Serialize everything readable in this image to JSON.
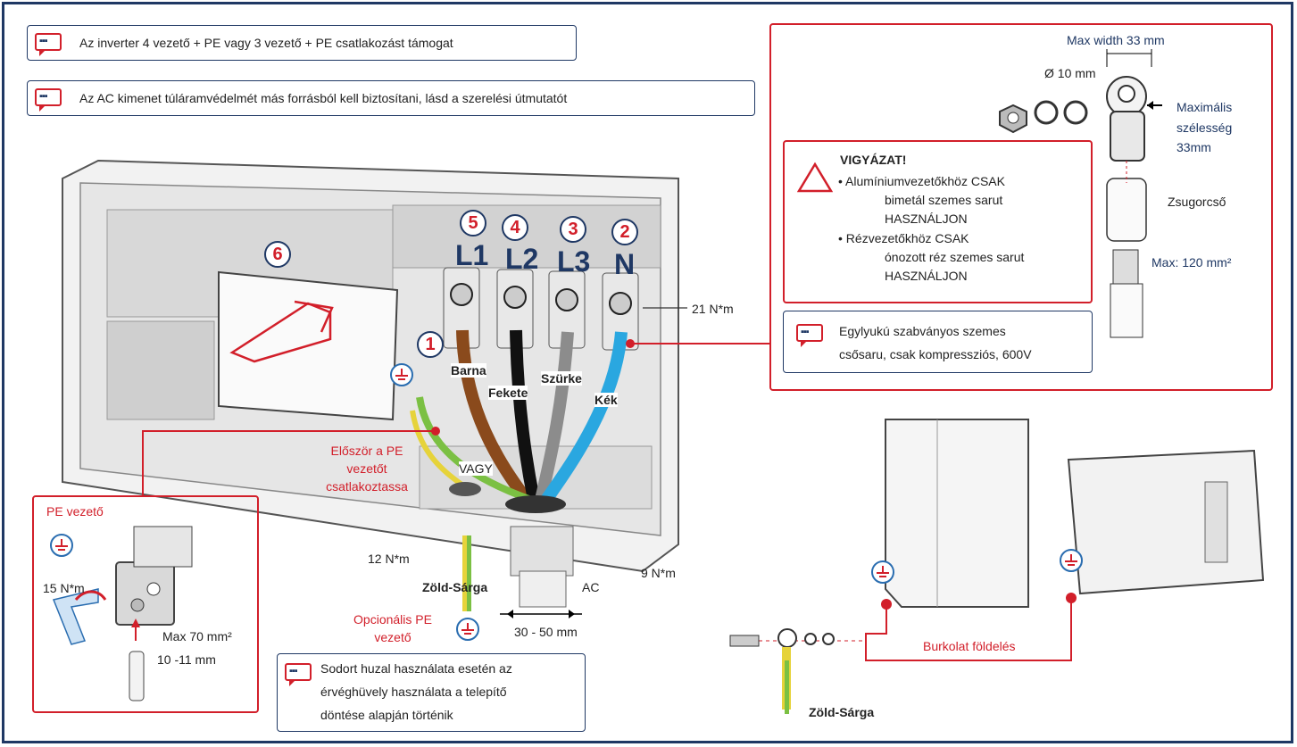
{
  "notes": {
    "support": "Az inverter 4 vezető + PE vagy 3 vezető + PE csatlakozást támogat",
    "overcurrent": "Az AC kimenet túláramvédelmét más forrásból kell biztosítani, lásd a szerelési útmutatót",
    "lug_type_line1": "Egylyukú szabványos szemes",
    "lug_type_line2": "csősaru, csak kompressziós, 600V",
    "stranded_line1": "Sodort huzal használata esetén az",
    "stranded_line2": "érvéghüvely használata a telepítő",
    "stranded_line3": "döntése alapján történik"
  },
  "lug_panel": {
    "max_width_en": "Max width 33 mm",
    "hole_diameter": "Ø 10 mm",
    "max_width_hu_1": "Maximális",
    "max_width_hu_2": "szélesség",
    "max_width_hu_3": "33mm",
    "shrink_tube": "Zsugorcső",
    "max_cross_section": "Max: 120 mm²"
  },
  "caution": {
    "title": "VIGYÁZAT!",
    "line1": "• Alumíniumvezetőkhöz  CSAK",
    "line2": "bimetál szemes sarut",
    "line3": "HASZNÁLJON",
    "line4": "• Rézvezetőkhöz  CSAK",
    "line5": "ónozott réz szemes sarut",
    "line6": "HASZNÁLJON"
  },
  "terminals": {
    "n5": "5",
    "n4": "4",
    "n3": "3",
    "n2": "2",
    "n6": "6",
    "n1": "1",
    "L1": "L1",
    "L2": "L2",
    "L3": "L3",
    "N": "N",
    "torque_terminal": "21 N*m"
  },
  "wires": {
    "brown": "Barna",
    "black": "Fekete",
    "grey": "Szürke",
    "blue": "Kék",
    "or": "VAGY",
    "pe_first_1": "Először a PE",
    "pe_first_2": "vezetőt",
    "pe_first_3": "csatlakoztassa"
  },
  "gland": {
    "torque_pe_gland": "12 N*m",
    "torque_ac_gland": "9 N*m",
    "green_yellow": "Zöld-Sárga",
    "ac": "AC",
    "diameter_range": "30 - 50 mm",
    "optional_pe_1": "Opcionális PE",
    "optional_pe_2": "vezető"
  },
  "pe_panel": {
    "title": "PE vezető",
    "torque": "15 N*m",
    "max_cross_section": "Max 70 mm²",
    "strip_length": "10 -11 mm"
  },
  "enclosure_ground": {
    "label": "Burkolat földelés",
    "green_yellow": "Zöld-Sárga"
  },
  "colors": {
    "accent_red": "#d21f2a",
    "navy": "#1f3864",
    "brown": "#8a4a1c",
    "black": "#111111",
    "grey": "#8c8c8c",
    "blue": "#2aa7e0",
    "green_yellow": "#7bc043"
  }
}
